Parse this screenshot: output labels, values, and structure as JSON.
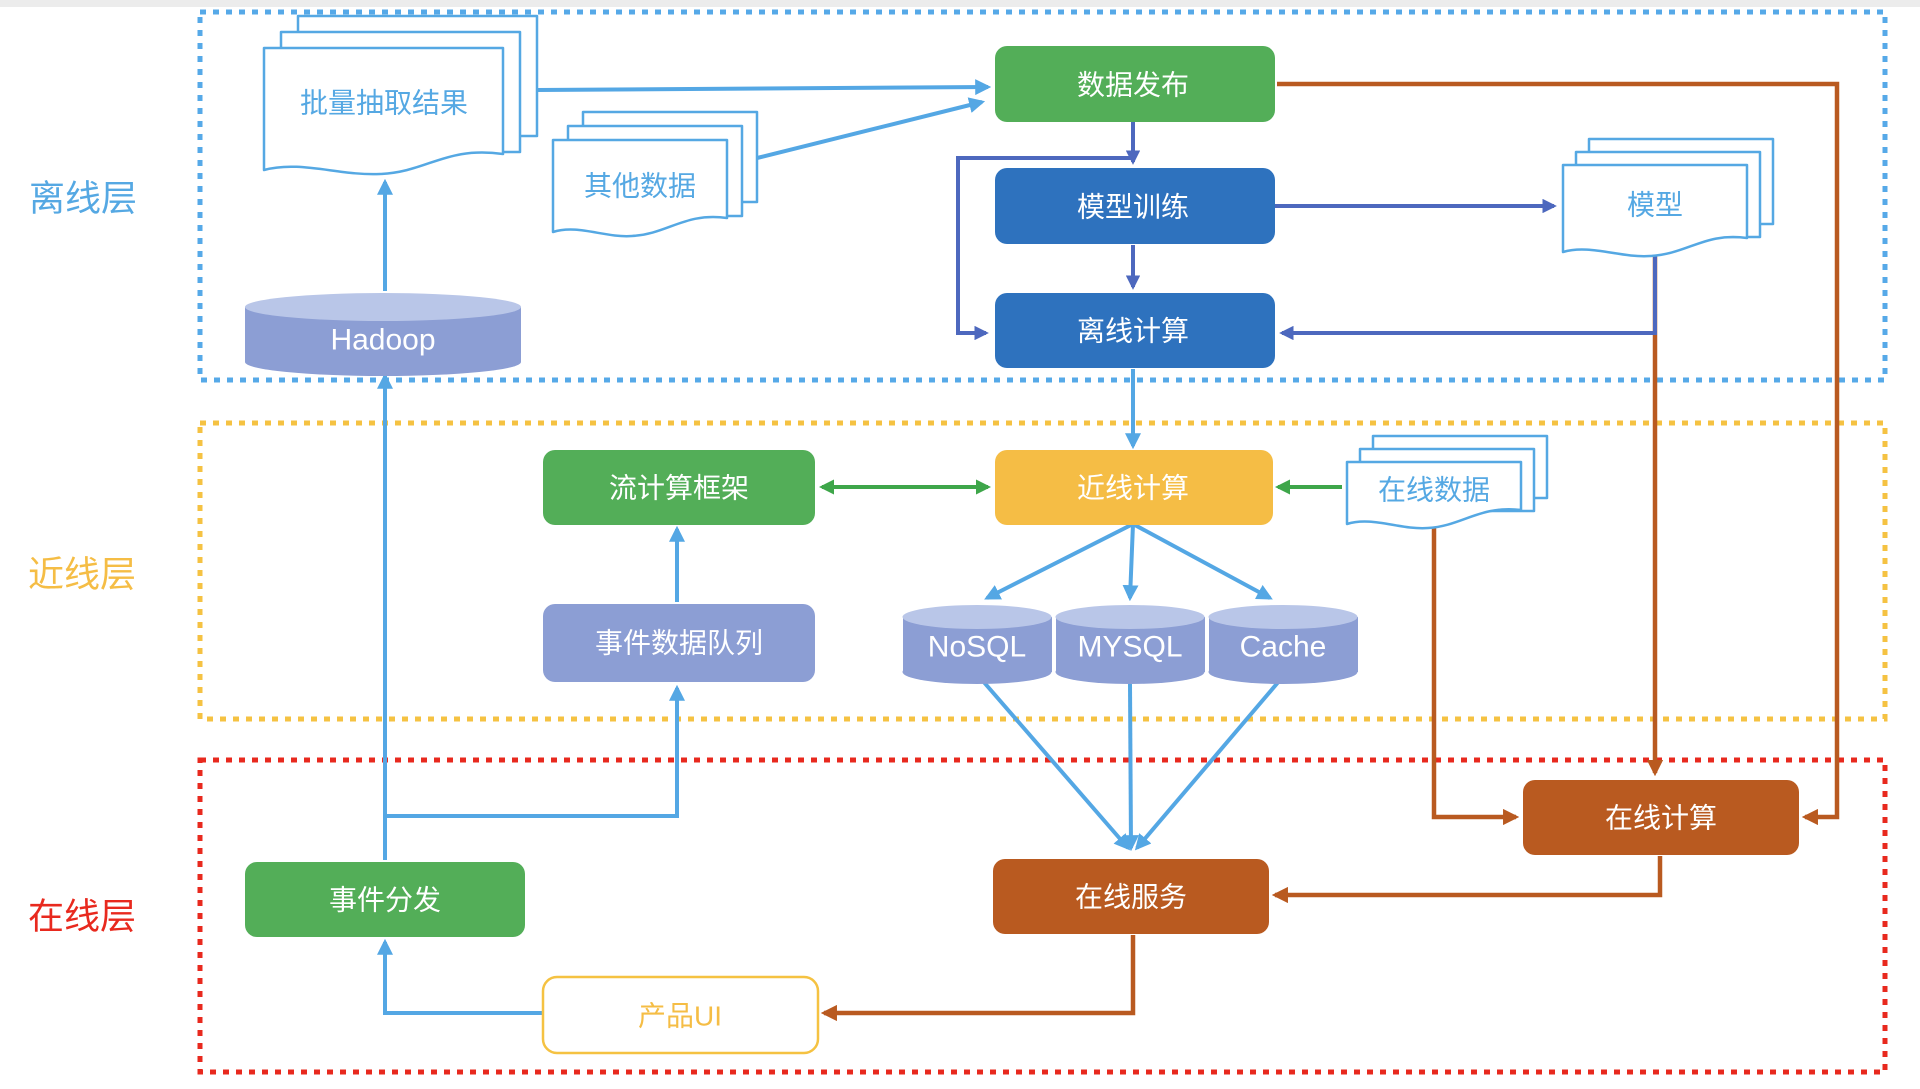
{
  "layers": {
    "offline": {
      "label": "离线层",
      "color": "#55a8e3"
    },
    "nearline": {
      "label": "近线层",
      "color": "#f5bd45"
    },
    "online": {
      "label": "在线层",
      "color": "#e8291e"
    }
  },
  "nodes": {
    "batch_extract_result": {
      "label": "批量抽取结果",
      "type": "document-stack"
    },
    "other_data": {
      "label": "其他数据",
      "type": "document-stack"
    },
    "data_publish": {
      "label": "数据发布",
      "type": "box",
      "color": "#53ae58"
    },
    "model_training": {
      "label": "模型训练",
      "type": "box",
      "color": "#2e72be"
    },
    "offline_computing": {
      "label": "离线计算",
      "type": "box",
      "color": "#2e72be"
    },
    "model": {
      "label": "模型",
      "type": "document-stack"
    },
    "hadoop": {
      "label": "Hadoop",
      "type": "cylinder",
      "color": "#8c9ed4"
    },
    "stream_framework": {
      "label": "流计算框架",
      "type": "box",
      "color": "#53ae58"
    },
    "nearline_computing": {
      "label": "近线计算",
      "type": "box",
      "color": "#f5bd45"
    },
    "online_data": {
      "label": "在线数据",
      "type": "document-stack"
    },
    "event_data_queue": {
      "label": "事件数据队列",
      "type": "box",
      "color": "#8c9ed4"
    },
    "nosql": {
      "label": "NoSQL",
      "type": "cylinder",
      "color": "#8c9ed4"
    },
    "mysql": {
      "label": "MYSQL",
      "type": "cylinder",
      "color": "#8c9ed4"
    },
    "cache": {
      "label": "Cache",
      "type": "cylinder",
      "color": "#8c9ed4"
    },
    "online_computing": {
      "label": "在线计算",
      "type": "box",
      "color": "#b95a20"
    },
    "event_dispatch": {
      "label": "事件分发",
      "type": "box",
      "color": "#53ae58"
    },
    "online_service": {
      "label": "在线服务",
      "type": "box",
      "color": "#b95a20"
    },
    "product_ui": {
      "label": "产品UI",
      "type": "box",
      "color": "#ffffff"
    }
  },
  "edges": [
    {
      "from": "batch_extract_result",
      "to": "data_publish",
      "color": "lightblue"
    },
    {
      "from": "other_data",
      "to": "data_publish",
      "color": "lightblue"
    },
    {
      "from": "hadoop",
      "to": "batch_extract_result",
      "color": "lightblue"
    },
    {
      "from": "event_dispatch",
      "to": "hadoop",
      "color": "lightblue"
    },
    {
      "from": "event_dispatch",
      "to": "event_data_queue",
      "color": "lightblue"
    },
    {
      "from": "event_data_queue",
      "to": "stream_framework",
      "color": "lightblue"
    },
    {
      "from": "offline_computing",
      "to": "nearline_computing",
      "color": "lightblue"
    },
    {
      "from": "nearline_computing",
      "to": "nosql",
      "color": "lightblue"
    },
    {
      "from": "nearline_computing",
      "to": "mysql",
      "color": "lightblue"
    },
    {
      "from": "nearline_computing",
      "to": "cache",
      "color": "lightblue"
    },
    {
      "from": "nosql",
      "to": "online_service",
      "color": "lightblue"
    },
    {
      "from": "mysql",
      "to": "online_service",
      "color": "lightblue"
    },
    {
      "from": "cache",
      "to": "online_service",
      "color": "lightblue"
    },
    {
      "from": "product_ui",
      "to": "event_dispatch",
      "color": "lightblue"
    },
    {
      "from": "data_publish",
      "to": "model_training",
      "color": "darkblue"
    },
    {
      "from": "data_publish",
      "to": "offline_computing",
      "color": "darkblue"
    },
    {
      "from": "model_training",
      "to": "offline_computing",
      "color": "darkblue"
    },
    {
      "from": "model_training",
      "to": "model",
      "color": "darkblue"
    },
    {
      "from": "model",
      "to": "offline_computing",
      "color": "darkblue"
    },
    {
      "from": "data_publish",
      "to": "online_computing",
      "color": "orange"
    },
    {
      "from": "model",
      "to": "online_computing",
      "color": "orange"
    },
    {
      "from": "online_data",
      "to": "online_computing",
      "color": "orange"
    },
    {
      "from": "online_computing",
      "to": "online_service",
      "color": "orange"
    },
    {
      "from": "online_service",
      "to": "product_ui",
      "color": "orange"
    },
    {
      "from": "stream_framework",
      "to": "nearline_computing",
      "color": "green-bidirectional"
    },
    {
      "from": "online_data",
      "to": "nearline_computing",
      "color": "green"
    }
  ],
  "palette": {
    "light_blue_arrow": "#54a7e4",
    "dark_blue_arrow": "#4d68be",
    "orange_arrow": "#b95a20",
    "green_arrow": "#3ea64a",
    "green_box": "#53ae58",
    "blue_box": "#2e72be",
    "yellow_box": "#f5bd45",
    "brown_box": "#b95a20",
    "cylinder_body": "#8c9ed4",
    "cylinder_top": "#b9c6e8",
    "offline_border": "#56a9e8",
    "nearline_border": "#f5c242",
    "online_border": "#e8291e"
  }
}
